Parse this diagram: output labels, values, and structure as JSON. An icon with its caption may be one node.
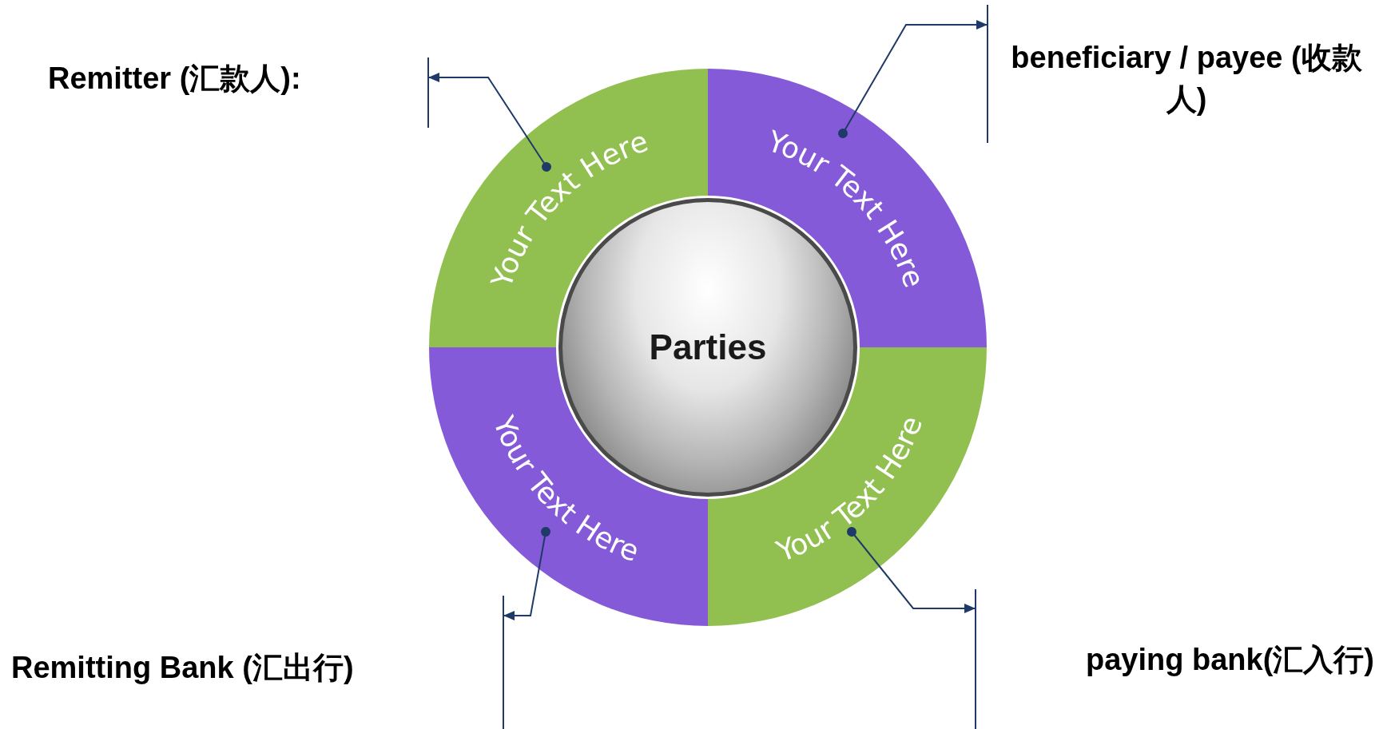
{
  "diagram": {
    "nodes": [
      {
        "text": [
          "Remitter (汇款人):"
        ]
      },
      {
        "text": [
          "beneficiary / payee (收款人)"
        ]
      },
      {
        "text": [
          "Your Text Here"
        ]
      },
      {
        "text": [
          "Your Text Here"
        ]
      },
      {
        "text": [
          "Parties"
        ]
      },
      {
        "text": [
          "Your Text Here"
        ]
      },
      {
        "text": [
          "Your Text Here"
        ]
      },
      {
        "text": [
          "Remitting Bank (汇出行)"
        ]
      },
      {
        "text": [
          "paying bank(汇入行)"
        ]
      }
    ],
    "edges": [
      {
        "from": 2,
        "to": 0,
        "arrow": "to"
      },
      {
        "from": 3,
        "to": 1,
        "arrow": "to"
      },
      {
        "from": 5,
        "to": 7,
        "arrow": "to"
      },
      {
        "from": 6,
        "to": 8,
        "arrow": "to"
      }
    ]
  }
}
